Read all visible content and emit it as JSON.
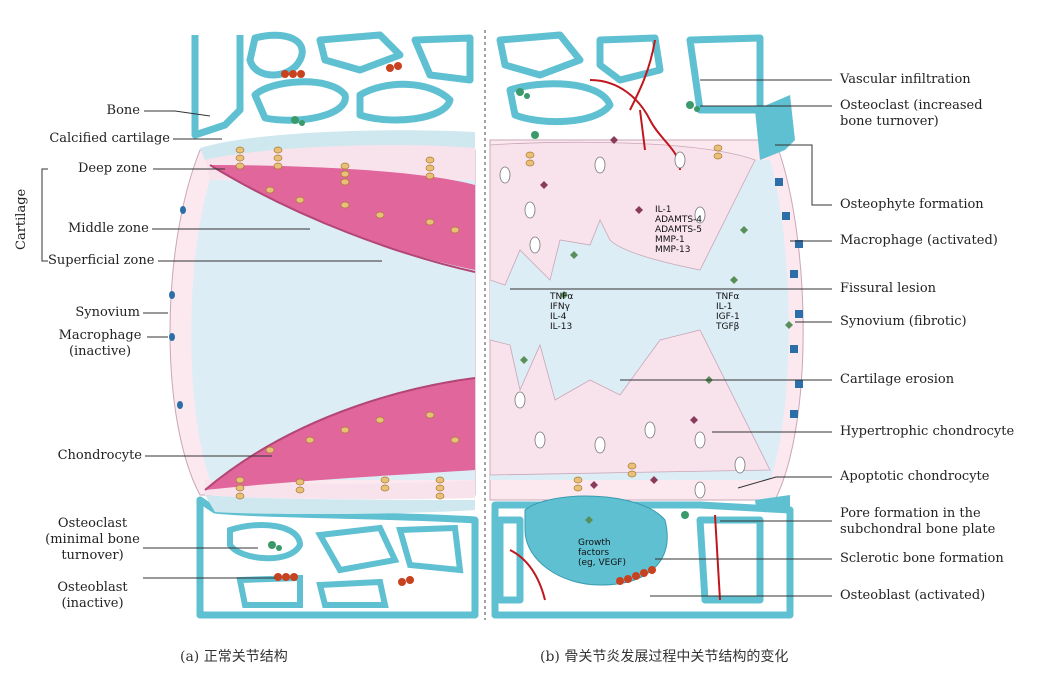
{
  "labels_left": {
    "bone": "Bone",
    "calcified_cartilage": "Calcified cartilage",
    "cartilage": "Cartilage",
    "deep_zone": "Deep zone",
    "middle_zone": "Middle zone",
    "superficial_zone": "Superficial zone",
    "synovium": "Synovium",
    "macrophage_inactive_1": "Macrophage",
    "macrophage_inactive_2": "(inactive)",
    "chondrocyte": "Chondrocyte",
    "osteoclast_min_1": "Osteoclast",
    "osteoclast_min_2": "(minimal bone",
    "osteoclast_min_3": "turnover)",
    "osteoblast_inactive_1": "Osteoblast",
    "osteoblast_inactive_2": "(inactive)"
  },
  "labels_right": {
    "vascular_infiltration": "Vascular infiltration",
    "osteoclast_inc_1": "Osteoclast (increased",
    "osteoclast_inc_2": "bone turnover)",
    "osteophyte_formation": "Osteophyte formation",
    "macrophage_activated": "Macrophage (activated)",
    "fissural_lesion": "Fissural lesion",
    "synovium_fibrotic": "Synovium (fibrotic)",
    "cartilage_erosion": "Cartilage erosion",
    "hypertrophic_chondrocyte": "Hypertrophic chondrocyte",
    "apoptotic_chondrocyte": "Apoptotic chondrocyte",
    "pore_formation_1": "Pore formation in the",
    "pore_formation_2": "subchondral bone plate",
    "sclerotic_bone_formation": "Sclerotic bone formation",
    "osteoblast_activated": "Osteoblast (activated)"
  },
  "inner_text": {
    "enzymes": "IL-1\nADAMTS-4\nADAMTS-5\nMMP-1\nMMP-13",
    "cytokines_left": "TNFα\nIFNγ\nIL-4\nIL-13",
    "cytokines_right": "TNFα\nIL-1\nIGF-1\nTGFβ",
    "growth_factors": "Growth\nfactors\n(eg, VEGF)"
  },
  "captions": {
    "a": "(a) 正常关节结构",
    "b": "(b) 骨关节炎发展过程中关节结构的变化"
  },
  "colors": {
    "bone": "#5fc0d2",
    "bone_stroke": "#3a9bb0",
    "cartilage_pink": "#f8e3ec",
    "middle_zone": "#e0669c",
    "synovial_space": "#dcedf6",
    "chondrocyte": "#e9c07a",
    "osteoblast": "#c9421f",
    "osteoclast": "#3a9a6a",
    "vessel": "#c0161e",
    "macrophage_active": "#2c6fa8"
  }
}
